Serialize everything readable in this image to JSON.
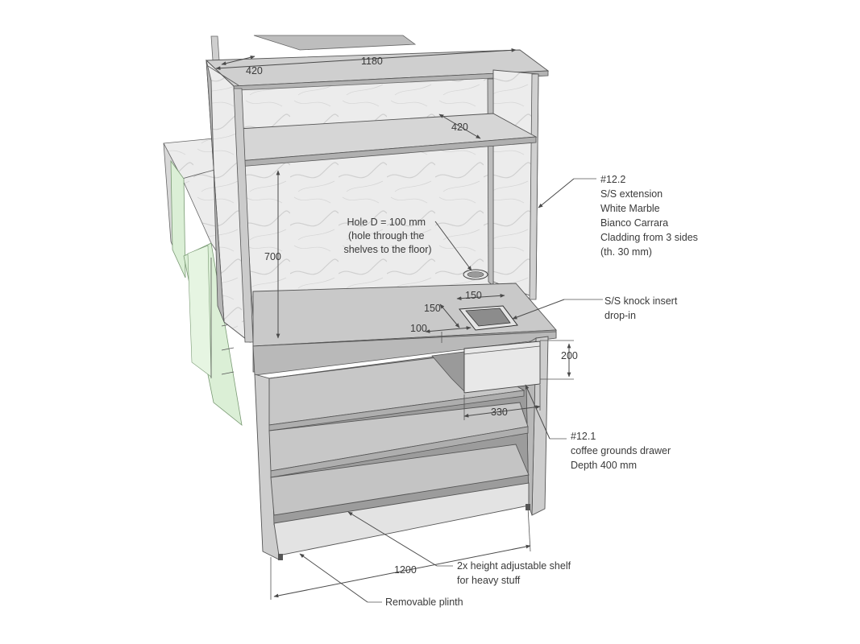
{
  "dimensions": {
    "top_width": "1180",
    "top_depth": "420",
    "shelf_depth": "420",
    "upper_height": "700",
    "insert_width": "150",
    "insert_depth": "150",
    "insert_offset": "100",
    "drawer_height": "200",
    "drawer_width": "330",
    "base_width": "1200"
  },
  "callouts": {
    "hole": [
      "Hole D = 100 mm",
      "(hole through the",
      "shelves to the floor)"
    ],
    "extension": [
      "#12.2",
      "S/S extension",
      "White Marble",
      "Bianco Carrara",
      "Cladding from 3 sides",
      "(th. 30 mm)"
    ],
    "knock_insert": [
      "S/S knock insert",
      "drop-in"
    ],
    "drawer": [
      "#12.1",
      "coffee grounds drawer",
      "Depth 400 mm"
    ],
    "shelf": [
      "2x height adjustable shelf",
      "for heavy stuff"
    ],
    "plinth": [
      "Removable plinth"
    ]
  },
  "colors": {
    "frame": "#c4c4c4",
    "frame_dark": "#a9a9a9",
    "marble": "#ececec",
    "steel": "#e2e2e2",
    "green_glass": "#dbefd6",
    "line": "#4a4a4a"
  }
}
